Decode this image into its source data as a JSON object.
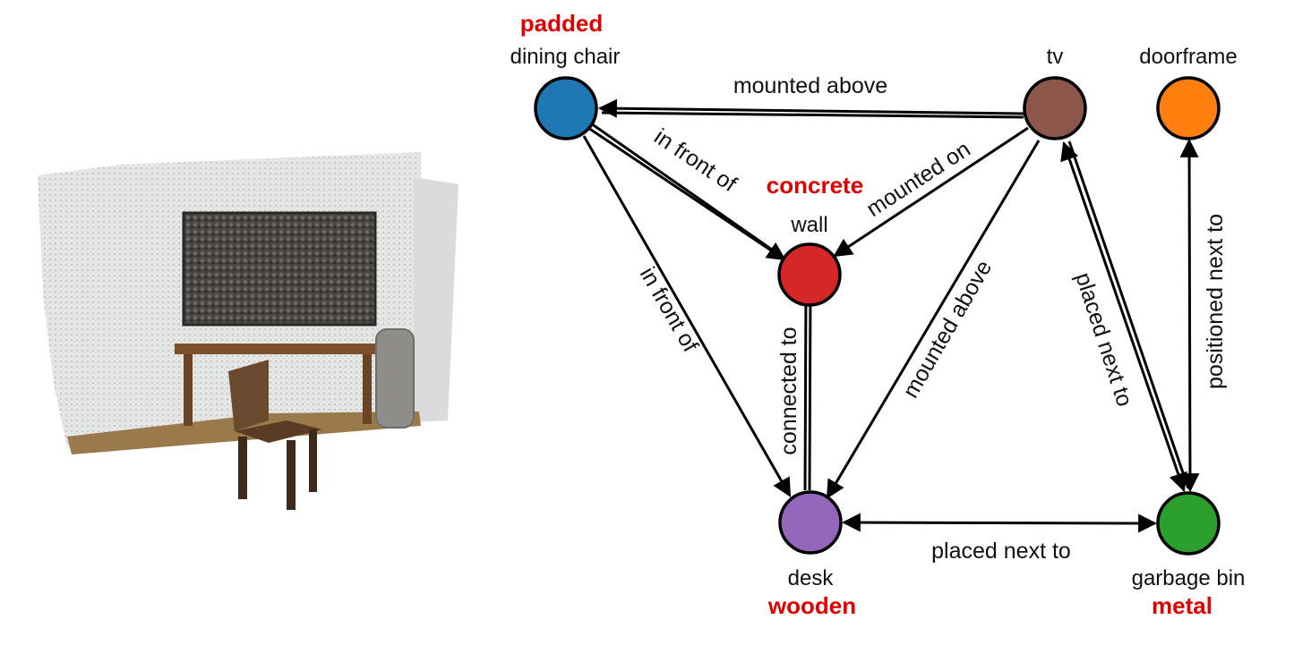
{
  "colors": {
    "dining_chair": "#1f77b4",
    "wall": "#d62728",
    "tv": "#8c564b",
    "doorframe": "#ff7f0e",
    "desk": "#9467bd",
    "garbage_bin": "#2ca02c",
    "attribute_text": "#e00000"
  },
  "nodes": {
    "dining_chair": {
      "label": "dining chair",
      "attribute": "padded"
    },
    "wall": {
      "label": "wall",
      "attribute": "concrete"
    },
    "tv": {
      "label": "tv"
    },
    "doorframe": {
      "label": "doorframe"
    },
    "desk": {
      "label": "desk",
      "attribute": "wooden"
    },
    "garbage_bin": {
      "label": "garbage bin",
      "attribute": "metal"
    }
  },
  "edges": {
    "tv_chair": "mounted above",
    "chair_wall": "in front of",
    "tv_wall": "mounted on",
    "chair_desk": "in front of",
    "desk_wall": "connected to",
    "tv_desk": "mounted above",
    "tv_bin": "placed next to",
    "door_bin": "positioned next to",
    "desk_bin": "placed next to"
  }
}
